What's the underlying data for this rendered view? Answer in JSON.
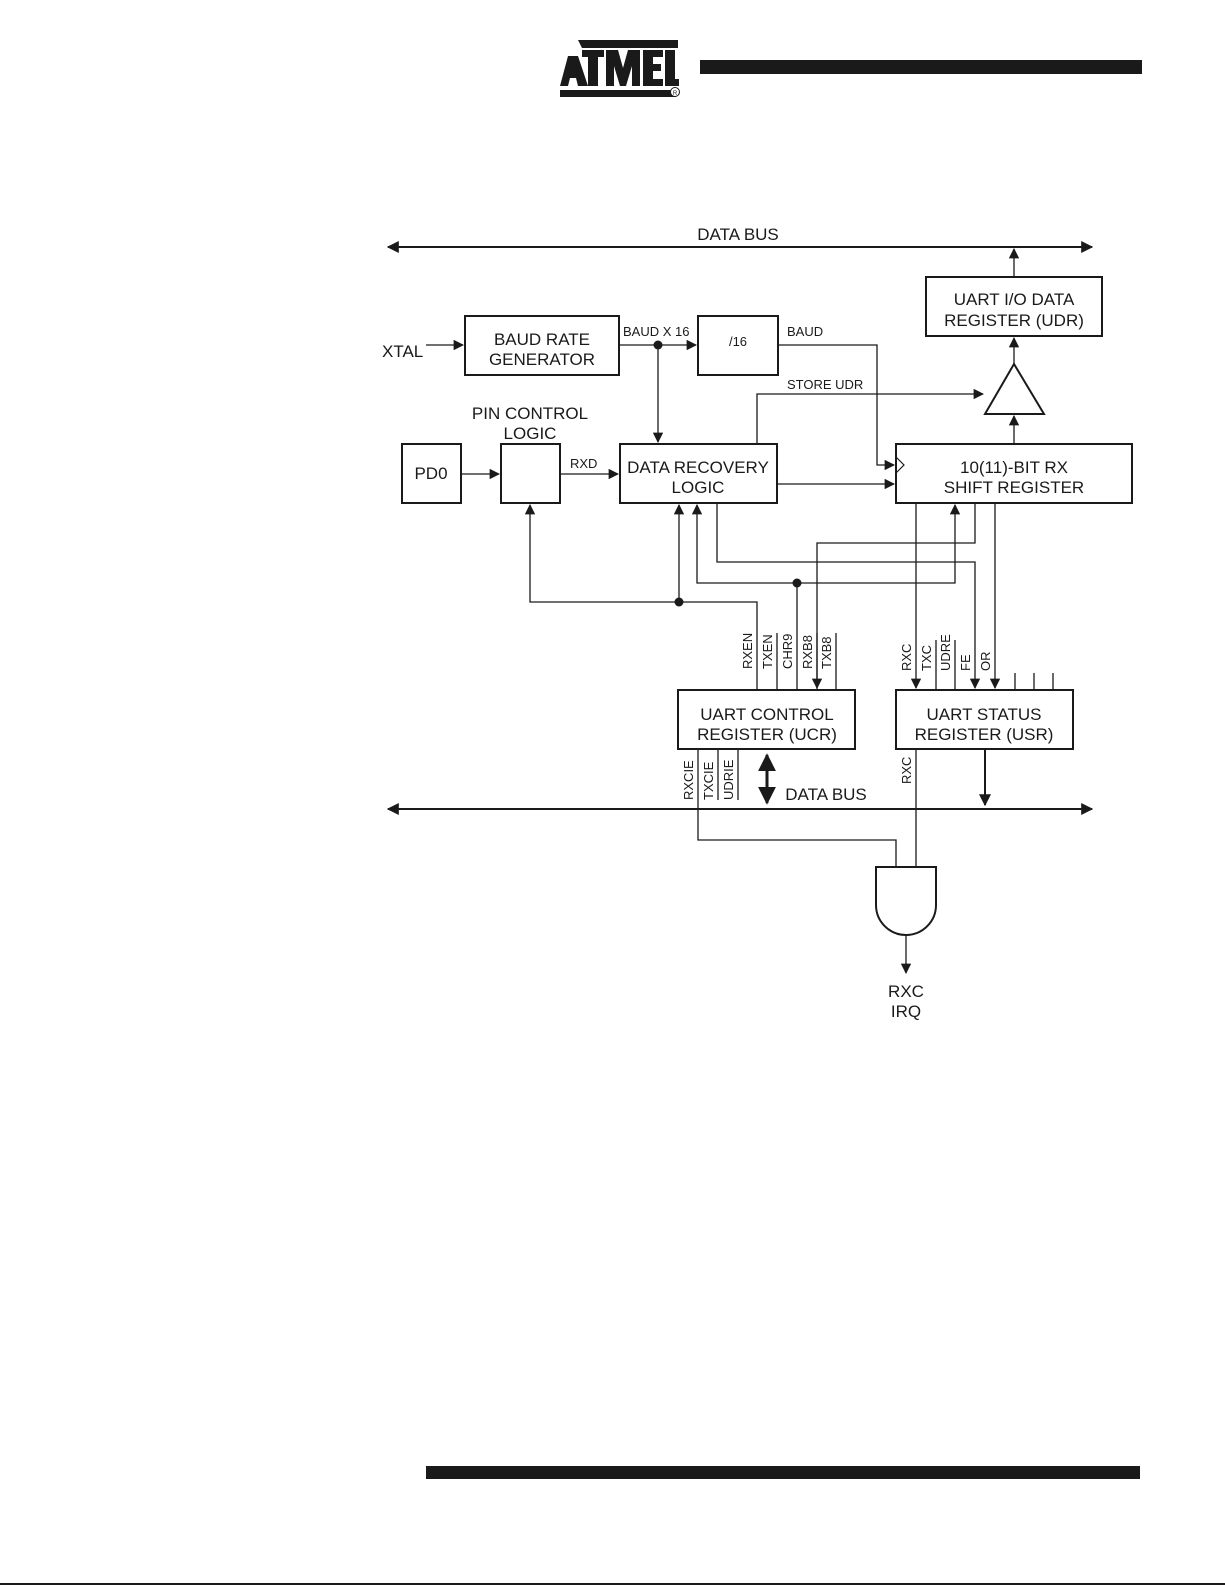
{
  "header": {
    "brand": "ATMEL"
  },
  "diagram": {
    "data_bus_top": "DATA BUS",
    "data_bus_bottom": "DATA BUS",
    "xtal": "XTAL",
    "baud_gen_l1": "BAUD RATE",
    "baud_gen_l2": "GENERATOR",
    "baud_x16": "BAUD X 16",
    "div16": "/16",
    "baud": "BAUD",
    "store_udr": "STORE UDR",
    "pin_control_l1": "PIN CONTROL",
    "pin_control_l2": "LOGIC",
    "pd0": "PD0",
    "rxd": "RXD",
    "data_recovery_l1": "DATA RECOVERY",
    "data_recovery_l2": "LOGIC",
    "udr_l1": "UART I/O DATA",
    "udr_l2": "REGISTER (UDR)",
    "shift_l1": "10(11)-BIT RX",
    "shift_l2": "SHIFT REGISTER",
    "ucr_l1": "UART CONTROL",
    "ucr_l2": "REGISTER (UCR)",
    "usr_l1": "UART STATUS",
    "usr_l2": "REGISTER (USR)",
    "ucr_bits_top": [
      "RXEN",
      "TXEN",
      "CHR9",
      "RXB8",
      "TXB8"
    ],
    "usr_bits_top": [
      "RXC",
      "TXC",
      "UDRE",
      "FE",
      "OR"
    ],
    "ucr_bits_bottom": [
      "RXCIE",
      "TXCIE",
      "UDRIE"
    ],
    "usr_bit_bottom": "RXC",
    "irq_l1": "RXC",
    "irq_l2": "IRQ"
  }
}
